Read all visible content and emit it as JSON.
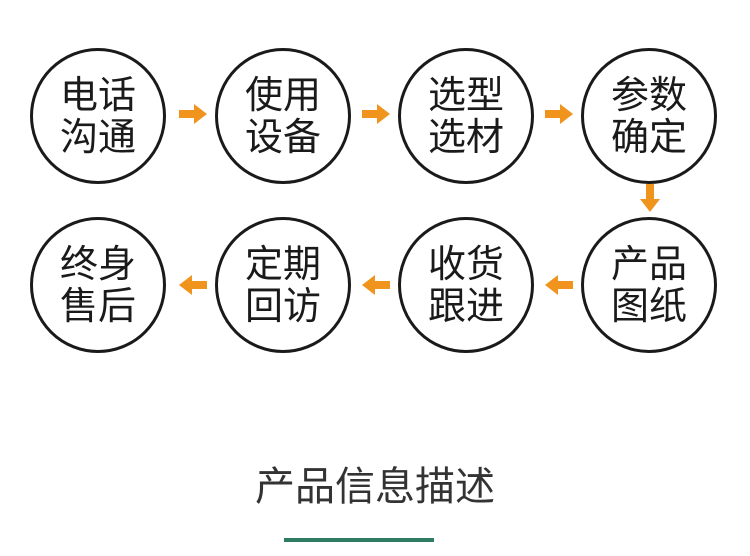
{
  "colors": {
    "arrow": "#F0941E",
    "circle_border": "#1a1a1a",
    "text": "#1a1a1a",
    "underline": "#2e7d63"
  },
  "steps": [
    {
      "line1": "电话",
      "line2": "沟通"
    },
    {
      "line1": "使用",
      "line2": "设备"
    },
    {
      "line1": "选型",
      "line2": "选材"
    },
    {
      "line1": "参数",
      "line2": "确定"
    },
    {
      "line1": "产品",
      "line2": "图纸"
    },
    {
      "line1": "收货",
      "line2": "跟进"
    },
    {
      "line1": "定期",
      "line2": "回访"
    },
    {
      "line1": "终身",
      "line2": "售后"
    }
  ],
  "footer": {
    "title": "产品信息描述"
  }
}
